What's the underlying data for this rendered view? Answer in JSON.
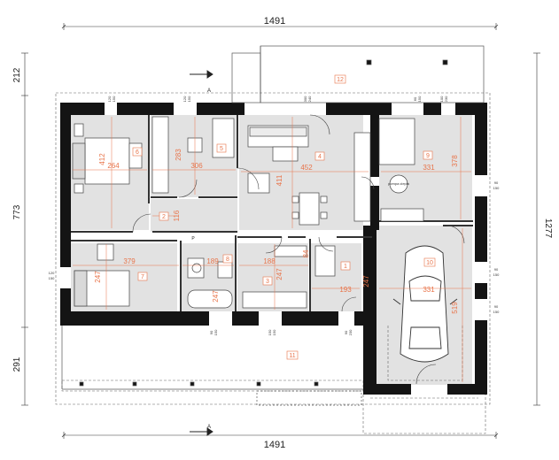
{
  "overall_dims": {
    "top": "1491",
    "bottom": "1491",
    "left_upper": "212",
    "left_middle": "773",
    "left_lower": "291",
    "right": "1277"
  },
  "rooms": {
    "r1": "1",
    "r2": "2",
    "r3": "3",
    "r4": "4",
    "r5": "5",
    "r6": "6",
    "r7": "7",
    "r8": "8",
    "r9": "9",
    "r10": "10",
    "r11": "11",
    "r12": "12"
  },
  "internal_dims": {
    "d412": "412",
    "d264": "264",
    "d283": "283",
    "d306": "306",
    "d452": "452",
    "d411": "411",
    "d331_top": "331",
    "d378": "378",
    "d116": "116",
    "d379": "379",
    "d247_left": "247",
    "d189": "189",
    "d247_mid": "247",
    "d188": "188",
    "d84": "84",
    "d247_right": "247",
    "d193": "193",
    "d331_garage": "331",
    "d519": "519"
  },
  "opening_dims": {
    "w120_150_a": [
      "120",
      "150"
    ],
    "w120_150_b": [
      "120",
      "150"
    ],
    "w300_240": [
      "300",
      "240"
    ],
    "w60_150": [
      "60",
      "150"
    ],
    "w100_230": [
      "100",
      "230"
    ],
    "w90_150_a": [
      "90",
      "150"
    ],
    "w90_150_b": [
      "90",
      "150"
    ],
    "w90_150_c": [
      "90",
      "150"
    ],
    "w120_150_left": [
      "120",
      "150"
    ],
    "w90_150_bottom": [
      "90",
      "150"
    ],
    "w150_150_bottom": [
      "150",
      "150"
    ],
    "w90_230_bottom": [
      "90",
      "230"
    ]
  },
  "labels": {
    "section_mark_top": "A",
    "section_mark_bottom": "A",
    "p_mark": "P",
    "heater": "pompa ciepła"
  },
  "colors": {
    "wall": "#141414",
    "room_fill": "#e2e2e2",
    "accent": "#e8744a",
    "line": "#555555"
  }
}
